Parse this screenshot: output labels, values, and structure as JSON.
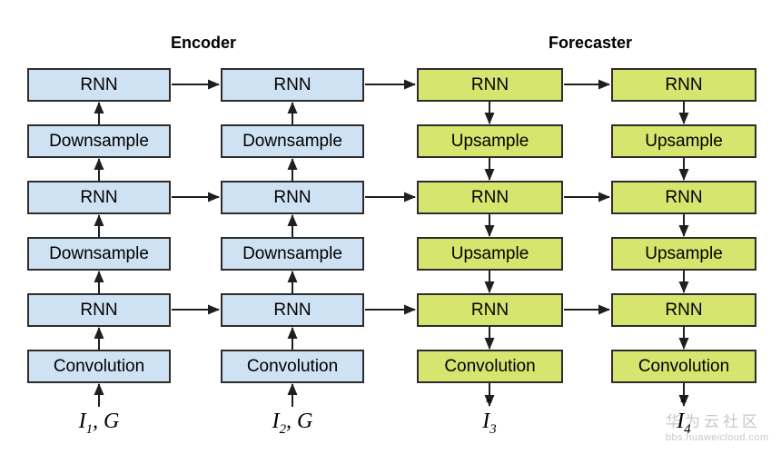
{
  "titles": {
    "encoder": "Encoder",
    "forecaster": "Forecaster"
  },
  "colors": {
    "encoder_fill": "#cfe2f3",
    "forecaster_fill": "#d5e56e",
    "box_border": "#2d2d2d",
    "arrow": "#1f1f1f",
    "text": "#000000",
    "watermark": "#c8c8c8"
  },
  "columns": [
    {
      "section": "encoder",
      "boxes": [
        "RNN",
        "Downsample",
        "RNN",
        "Downsample",
        "RNN",
        "Convolution"
      ],
      "io": {
        "hat": "",
        "base": "I",
        "sub": "1",
        "suffix": ", G"
      }
    },
    {
      "section": "encoder",
      "boxes": [
        "RNN",
        "Downsample",
        "RNN",
        "Downsample",
        "RNN",
        "Convolution"
      ],
      "io": {
        "hat": "",
        "base": "I",
        "sub": "2",
        "suffix": ", G"
      }
    },
    {
      "section": "forecaster",
      "boxes": [
        "RNN",
        "Upsample",
        "RNN",
        "Upsample",
        "RNN",
        "Convolution"
      ],
      "io": {
        "hat": "ˆ",
        "base": "I",
        "sub": "3",
        "suffix": ""
      }
    },
    {
      "section": "forecaster",
      "boxes": [
        "RNN",
        "Upsample",
        "RNN",
        "Upsample",
        "RNN",
        "Convolution"
      ],
      "io": {
        "hat": "ˆ",
        "base": "I",
        "sub": "4",
        "suffix": ""
      }
    }
  ],
  "watermark": {
    "line1": "华为云社区",
    "line2": "bbs.huaweicloud.com"
  }
}
